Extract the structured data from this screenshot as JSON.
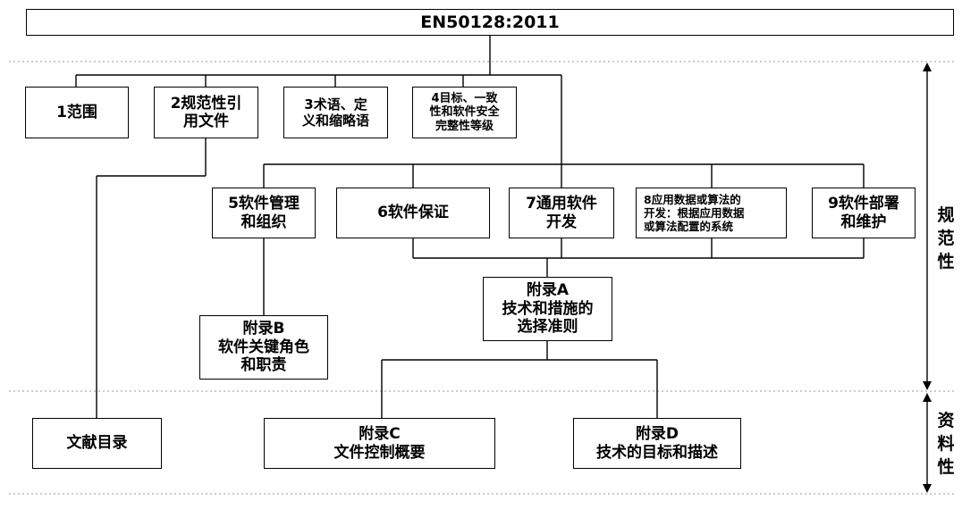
{
  "title": "EN50128:2011",
  "nodes": {
    "n1": "1范围",
    "n2": "2规范性引\n用文件",
    "n3": "3术语、定\n义和缩略语",
    "n4": "4目标、一致\n性和软件安全\n完整性等级",
    "n5": "5软件管理\n和组织",
    "n6": "6软件保证",
    "n7": "7通用软件\n开发",
    "n8": "8应用数据或算法的\n开发：根据应用数据\n或算法配置的系统",
    "n9": "9软件部署\n和维护",
    "annexA": "附录A\n技术和措施的\n选择准则",
    "annexB": "附录B\n软件关键角色\n和职责",
    "bib": "文献目录",
    "annexC": "附录C\n文件控制概要",
    "annexD": "附录D\n技术的目标和描述"
  },
  "side_labels": {
    "normative": "规\n范\n性",
    "informative": "资\n料\n性"
  }
}
